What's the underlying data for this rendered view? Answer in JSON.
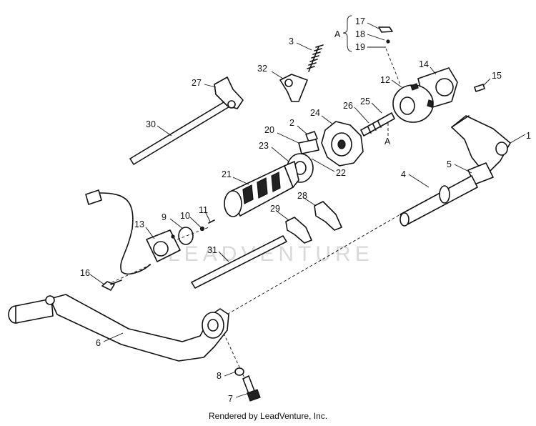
{
  "diagram": {
    "callouts": [
      {
        "id": "c1",
        "text": "1"
      },
      {
        "id": "c2",
        "text": "2"
      },
      {
        "id": "c3",
        "text": "3"
      },
      {
        "id": "c4",
        "text": "4"
      },
      {
        "id": "c5",
        "text": "5"
      },
      {
        "id": "c6",
        "text": "6"
      },
      {
        "id": "c7",
        "text": "7"
      },
      {
        "id": "c8",
        "text": "8"
      },
      {
        "id": "c9",
        "text": "9"
      },
      {
        "id": "c10",
        "text": "10"
      },
      {
        "id": "c11",
        "text": "11"
      },
      {
        "id": "c12",
        "text": "12"
      },
      {
        "id": "c13",
        "text": "13"
      },
      {
        "id": "c14",
        "text": "14"
      },
      {
        "id": "c15",
        "text": "15"
      },
      {
        "id": "c16",
        "text": "16"
      },
      {
        "id": "c17",
        "text": "17"
      },
      {
        "id": "c18",
        "text": "18"
      },
      {
        "id": "c19",
        "text": "19"
      },
      {
        "id": "c20",
        "text": "20"
      },
      {
        "id": "c21",
        "text": "21"
      },
      {
        "id": "c22",
        "text": "22"
      },
      {
        "id": "c23",
        "text": "23"
      },
      {
        "id": "c24",
        "text": "24"
      },
      {
        "id": "c25",
        "text": "25"
      },
      {
        "id": "c26",
        "text": "26"
      },
      {
        "id": "c27",
        "text": "27"
      },
      {
        "id": "c28",
        "text": "28"
      },
      {
        "id": "c29",
        "text": "29"
      },
      {
        "id": "c30",
        "text": "30"
      },
      {
        "id": "c31",
        "text": "31"
      },
      {
        "id": "c32",
        "text": "32"
      }
    ],
    "group_label_top": "A",
    "group_label_bottom": "A",
    "watermark": "LEADVENTURE",
    "footer": "Rendered by LeadVenture, Inc."
  }
}
